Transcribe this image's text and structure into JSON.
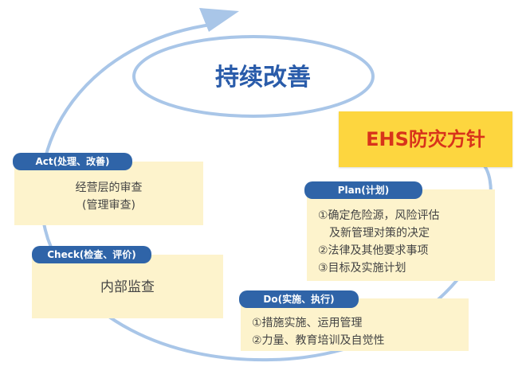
{
  "title": "持续改善",
  "policy": "EHS防灾方针",
  "act": {
    "label": "Act(处理、改善)",
    "lines": [
      "经营层的审查",
      "(管理审查)"
    ]
  },
  "check": {
    "label": "Check(检查、评价)",
    "text": "内部监查"
  },
  "plan": {
    "label": "Plan(计划)",
    "items": [
      "①确定危险源，风险评估",
      "及新管理对策的决定",
      "②法律及其他要求事项",
      "③目标及实施计划"
    ]
  },
  "do": {
    "label": "Do(实施、执行)",
    "items": [
      "①措施实施、运用管理",
      "②力量、教育培训及自觉性"
    ]
  },
  "colors": {
    "accent_blue": "#2f64a8",
    "title_blue": "#2a5caa",
    "arc": "#a9c6e8",
    "box": "#fdf3cc",
    "policy_bg": "#fdd63f",
    "policy_text": "#d8331b"
  }
}
